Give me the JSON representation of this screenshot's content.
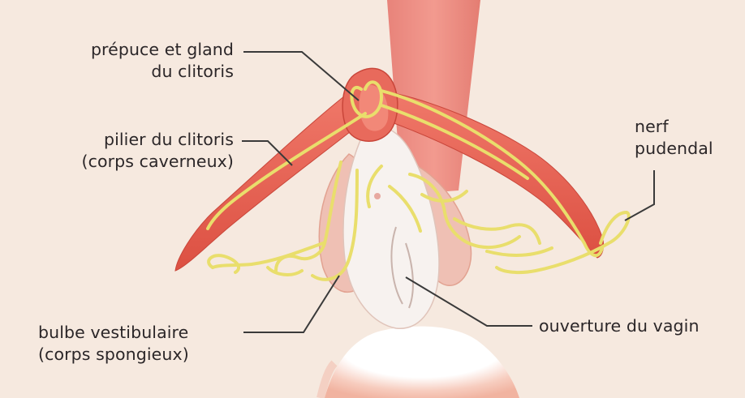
{
  "labels": {
    "prepuce_gland": {
      "line1": "prépuce et gland",
      "line2": "du clitoris"
    },
    "pilier": {
      "line1": "pilier du clitoris",
      "line2": "(corps caverneux)"
    },
    "bulbe": {
      "line1": "bulbe vestibulaire",
      "line2": "(corps spongieux)"
    },
    "nerf": {
      "line1": "nerf",
      "line2": "pudendal"
    },
    "ouverture": {
      "line1": "ouverture du vagin"
    }
  },
  "colors": {
    "background": "#f6e9df",
    "pelvic_opening": "#ffffff",
    "opening_shadow": "#f1b3a0",
    "crus": "#e0584b",
    "crus_light": "#f08676",
    "bulb": "#efc0b4",
    "vestibule": "#f7f2ef",
    "nerve": "#e9de6c",
    "leader": "#3a3a3a",
    "text": "#2b2628"
  }
}
